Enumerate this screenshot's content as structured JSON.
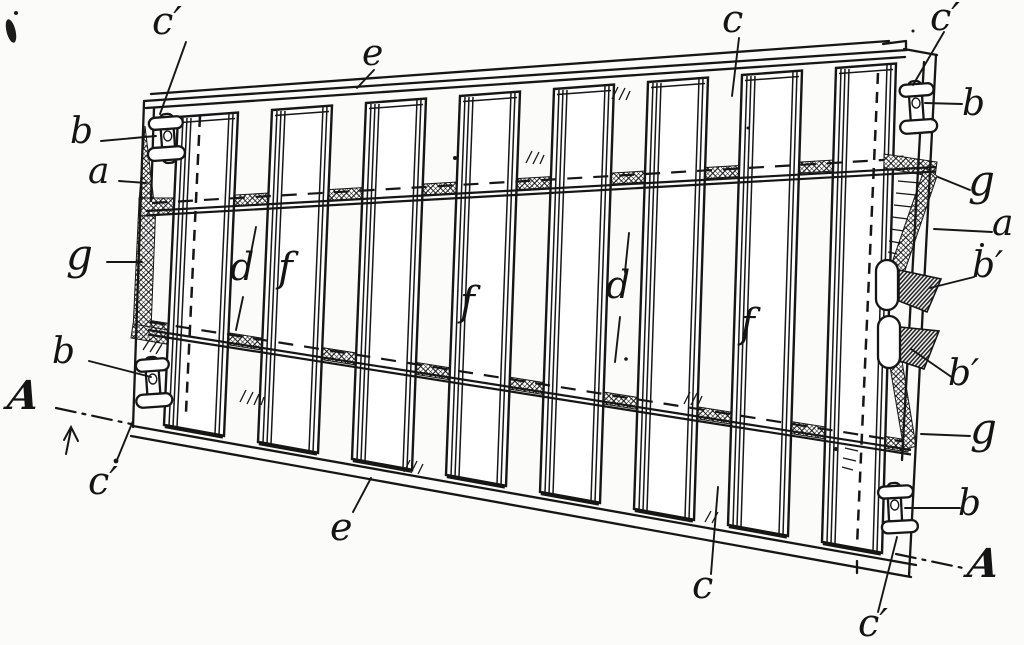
{
  "figure": {
    "type": "patent-drawing",
    "description": "Slatted crate panel shown in perspective with diagonal binding bands, corner buckles and hooked band ends",
    "section_marker": "A",
    "colors": {
      "ink": "#161616",
      "paper": "#fbfbf9"
    },
    "labels": [
      {
        "id": "c-prime-top-left",
        "text": "c′"
      },
      {
        "id": "e-top",
        "text": "e"
      },
      {
        "id": "c-top",
        "text": "c"
      },
      {
        "id": "c-prime-top-right",
        "text": "c′"
      },
      {
        "id": "b-top-left",
        "text": "b"
      },
      {
        "id": "a-left",
        "text": "a"
      },
      {
        "id": "g-left",
        "text": "g"
      },
      {
        "id": "d-slat-left",
        "text": "d"
      },
      {
        "id": "f-slat-left",
        "text": "f"
      },
      {
        "id": "f-slat-middle",
        "text": "f"
      },
      {
        "id": "d-slat-middle",
        "text": "d"
      },
      {
        "id": "f-slat-right",
        "text": "f"
      },
      {
        "id": "b-top-right",
        "text": "b"
      },
      {
        "id": "g-right-upper",
        "text": "g"
      },
      {
        "id": "a-right",
        "text": "a"
      },
      {
        "id": "b-prime-upper",
        "text": "b′"
      },
      {
        "id": "b-prime-lower",
        "text": "b′"
      },
      {
        "id": "g-right-lower",
        "text": "g"
      },
      {
        "id": "b-bottom-left",
        "text": "b"
      },
      {
        "id": "section-a-left",
        "text": "A"
      },
      {
        "id": "c-prime-bottom-left",
        "text": "c′"
      },
      {
        "id": "e-bottom",
        "text": "e"
      },
      {
        "id": "c-bottom",
        "text": "c"
      },
      {
        "id": "b-bottom-right",
        "text": "b"
      },
      {
        "id": "section-a-right",
        "text": "A"
      },
      {
        "id": "c-prime-bottom-right",
        "text": "c′"
      }
    ]
  }
}
